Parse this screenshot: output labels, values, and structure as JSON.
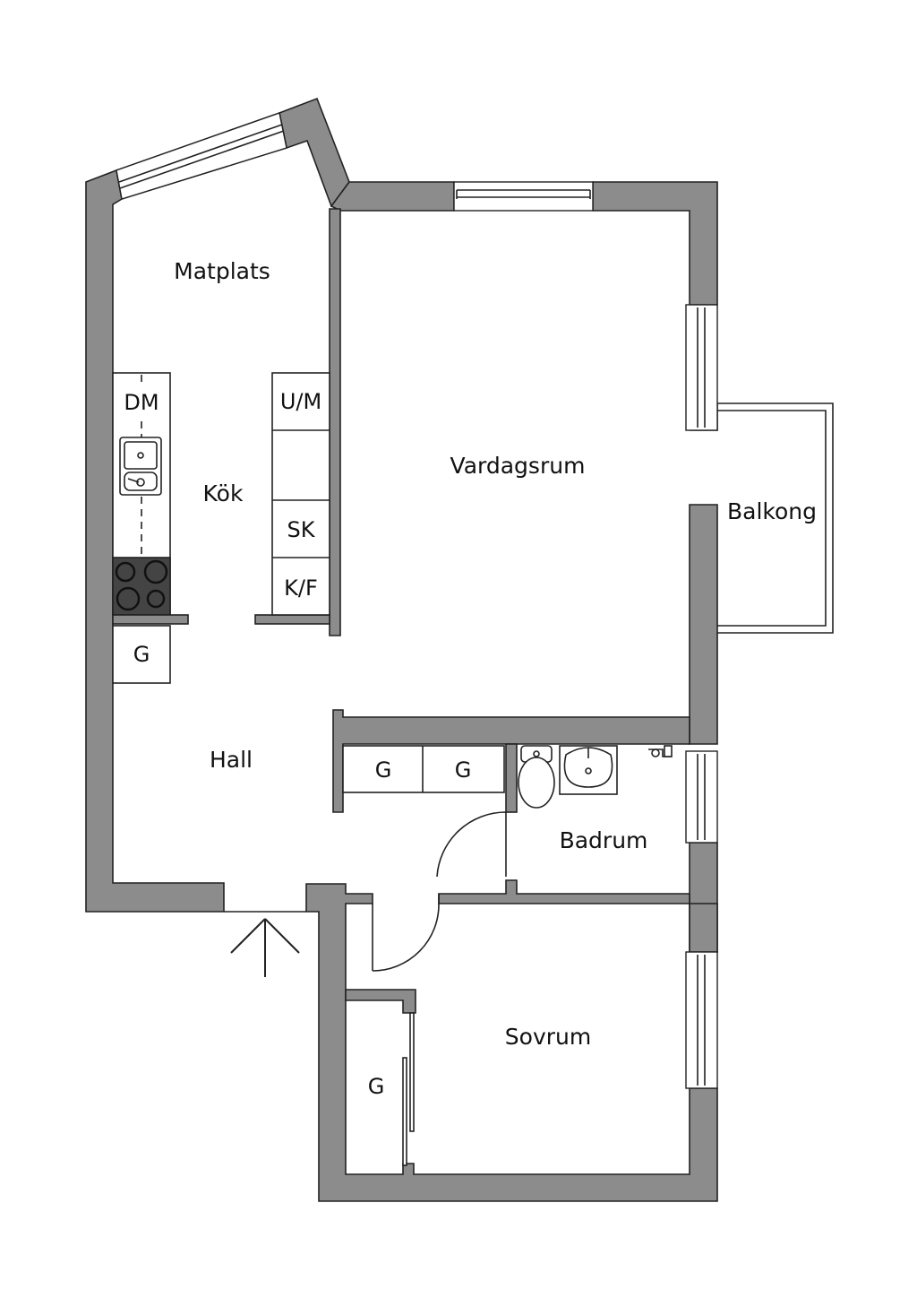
{
  "rooms": {
    "matplats": "Matplats",
    "kok": "Kök",
    "vardagsrum": "Vardagsrum",
    "balkong": "Balkong",
    "hall": "Hall",
    "badrum": "Badrum",
    "sovrum": "Sovrum"
  },
  "fixtures": {
    "dm": "DM",
    "um": "U/M",
    "sk": "SK",
    "kf": "K/F",
    "g": "G"
  }
}
